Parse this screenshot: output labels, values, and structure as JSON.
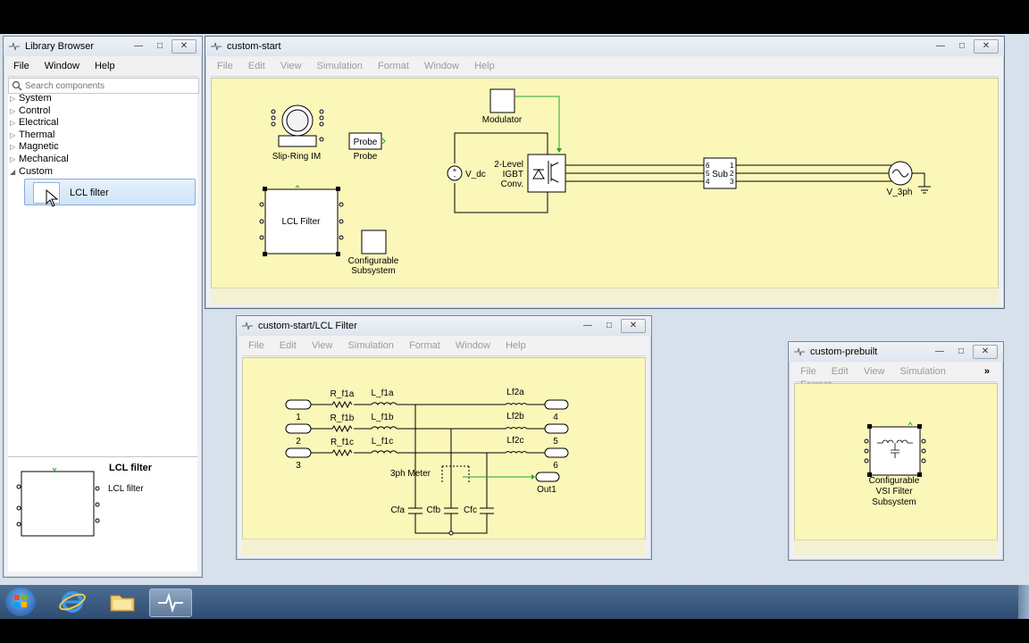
{
  "library": {
    "title": "Library Browser",
    "menu": [
      "File",
      "Window",
      "Help"
    ],
    "search_placeholder": "Search components",
    "tree": [
      {
        "label": "System",
        "expanded": false
      },
      {
        "label": "Control",
        "expanded": false
      },
      {
        "label": "Electrical",
        "expanded": false
      },
      {
        "label": "Thermal",
        "expanded": false
      },
      {
        "label": "Magnetic",
        "expanded": false
      },
      {
        "label": "Mechanical",
        "expanded": false
      },
      {
        "label": "Custom",
        "expanded": true
      }
    ],
    "selected_item": "LCL filter",
    "preview": {
      "title": "LCL filter",
      "description": "LCL filter"
    }
  },
  "main_window": {
    "title": "custom-start",
    "menu": [
      "File",
      "Edit",
      "View",
      "Simulation",
      "Format",
      "Window",
      "Help"
    ],
    "blocks": {
      "slip_ring": "Slip-Ring IM",
      "probe_inner": "Probe",
      "probe": "Probe",
      "lcl_filter": "LCL Filter",
      "conf_sub_1": "Configurable",
      "conf_sub_2": "Subsystem",
      "modulator": "Modulator",
      "vdc": "V_dc",
      "conv_1": "2-Level",
      "conv_2": "IGBT",
      "conv_3": "Conv.",
      "sub": "Sub",
      "sub_ports_left": [
        "6",
        "5",
        "4"
      ],
      "sub_ports_right": [
        "1",
        "2",
        "3"
      ],
      "v3ph": "V_3ph"
    }
  },
  "lcl_window": {
    "title": "custom-start/LCL Filter",
    "menu": [
      "File",
      "Edit",
      "View",
      "Simulation",
      "Format",
      "Window",
      "Help"
    ],
    "labels": {
      "r_f1a": "R_f1a",
      "r_f1b": "R_f1b",
      "r_f1c": "R_f1c",
      "l_f1a": "L_f1a",
      "l_f1b": "L_f1b",
      "l_f1c": "L_f1c",
      "lf2a": "Lf2a",
      "lf2b": "Lf2b",
      "lf2c": "Lf2c",
      "meter": "3ph Meter",
      "cfa": "Cfa",
      "cfb": "Cfb",
      "cfc": "Cfc",
      "out1": "Out1",
      "ports_in": [
        "1",
        "2",
        "3"
      ],
      "ports_out": [
        "4",
        "5",
        "6"
      ]
    }
  },
  "prebuilt_window": {
    "title": "custom-prebuilt",
    "menu": [
      "File",
      "Edit",
      "View",
      "Simulation",
      "Format"
    ],
    "overflow": "»",
    "block_label": [
      "Configurable",
      "VSI Filter",
      "Subsystem"
    ]
  },
  "taskbar": {
    "items": [
      "windows-start-icon",
      "internet-explorer-icon",
      "file-explorer-icon",
      "plecs-icon"
    ]
  }
}
